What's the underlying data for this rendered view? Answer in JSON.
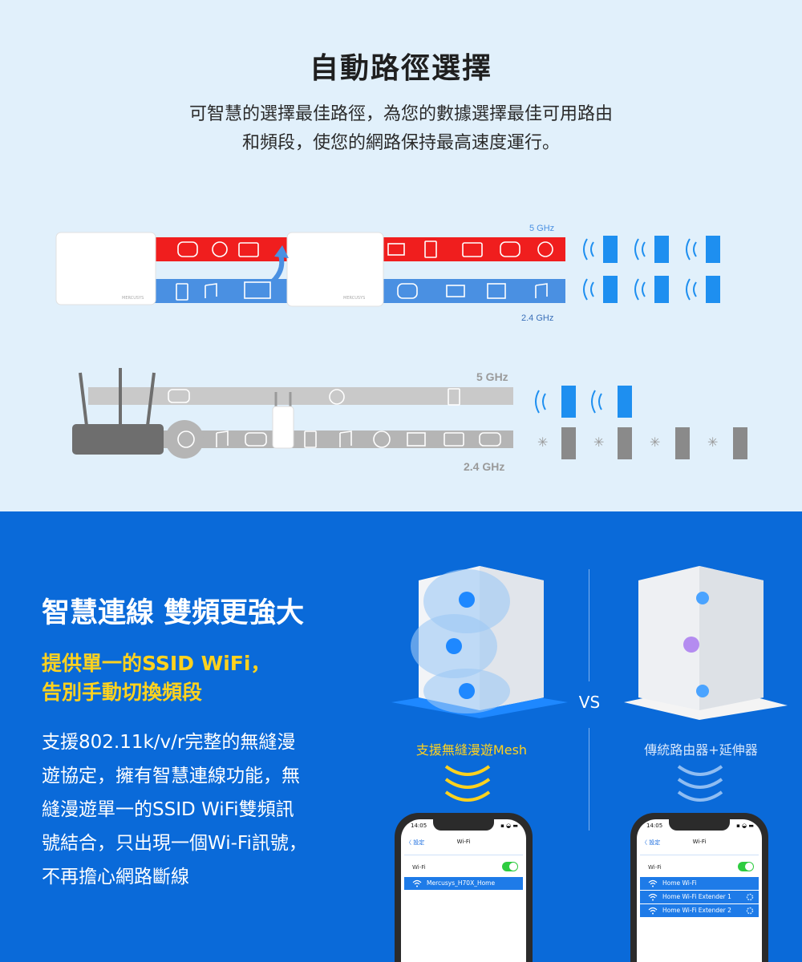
{
  "top": {
    "title": "自動路徑選擇",
    "desc_line1": "可智慧的選擇最佳路徑，為您的數據選擇最佳可用路由",
    "desc_line2": "和頻段，使您的網路保持最高速度運行。",
    "mesh": {
      "band_5": "5 GHz",
      "band_24": "2.4 GHz",
      "brand": "MERCUSYS"
    },
    "legacy": {
      "band_5": "5 GHz",
      "band_24": "2.4 GHz"
    },
    "colors": {
      "band_5_mesh": "#f01e1e",
      "band_24_mesh": "#4a90e2",
      "legacy_band": "#b5b5b5",
      "device_blue": "#1e8ff0",
      "device_gray": "#8a8a8a"
    }
  },
  "bottom": {
    "title": "智慧連線 雙頻更強大",
    "subtitle_line1": "提供單一的SSID WiFi，",
    "subtitle_line2": "告別手動切換頻段",
    "body_line1": "支援802.11k/v/r完整的無縫漫",
    "body_line2": "遊協定，擁有智慧連線功能，無",
    "body_line3": "縫漫遊單一的SSID WiFi雙頻訊",
    "body_line4": "號結合，只出現一個Wi-Fi訊號，",
    "body_line5": "不再擔心網路斷線",
    "vs": "VS",
    "caption_left": "支援無縫漫遊Mesh",
    "caption_right": "傳統路由器+延伸器",
    "colors": {
      "accent_yellow": "#ffd21e",
      "bg_blue": "#0a6ad9"
    },
    "phone_left": {
      "time": "14:05",
      "back": "〈 設定",
      "nav_title": "Wi-Fi",
      "wifi_label": "Wi-Fi",
      "networks": [
        "Mercusys_H70X_Home"
      ]
    },
    "phone_right": {
      "time": "14:05",
      "back": "〈 設定",
      "nav_title": "Wi-Fi",
      "wifi_label": "Wi-Fi",
      "networks": [
        "Home Wi-Fi",
        "Home Wi-Fi Extender 1",
        "Home Wi-Fi Extender 2"
      ]
    }
  }
}
